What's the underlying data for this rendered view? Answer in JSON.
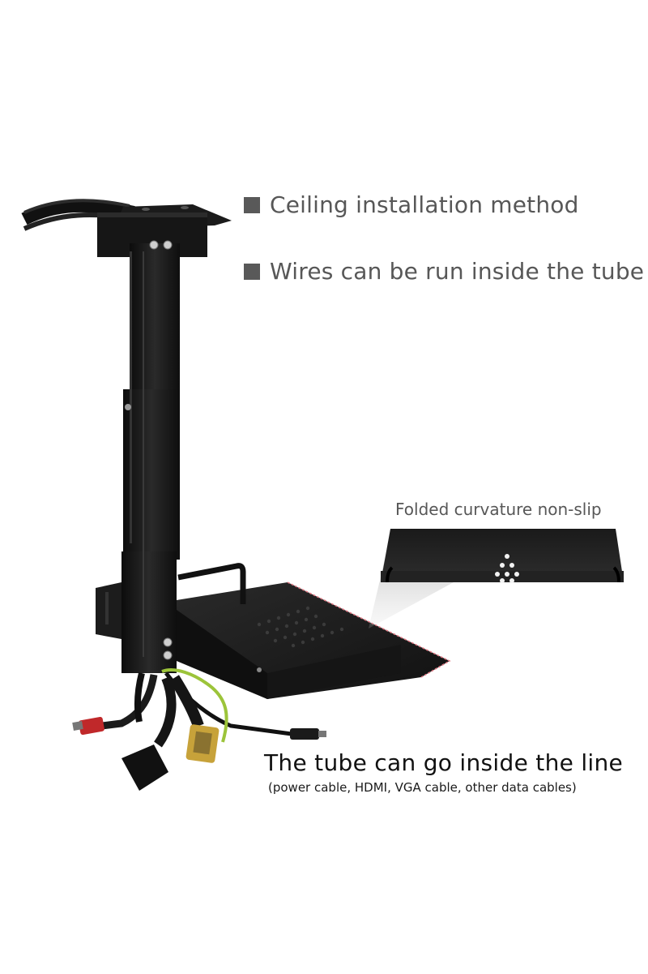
{
  "features": {
    "ceiling_label": "Ceiling installation method",
    "wires_label": "Wires can be run inside the tube"
  },
  "detail": {
    "label": "Folded curvature non-slip"
  },
  "cables": {
    "title": "The tube can go inside the line",
    "subtitle": "(power cable, HDMI, VGA cable, other data cables)"
  },
  "colors": {
    "mount": "#161616",
    "bullet": "#595959",
    "label_text": "#575757",
    "ground_wire": "#9cc43a",
    "hdmi_red": "#c0282a",
    "vga_gold": "#c7a23a",
    "tray_edge": "#e07a85"
  }
}
